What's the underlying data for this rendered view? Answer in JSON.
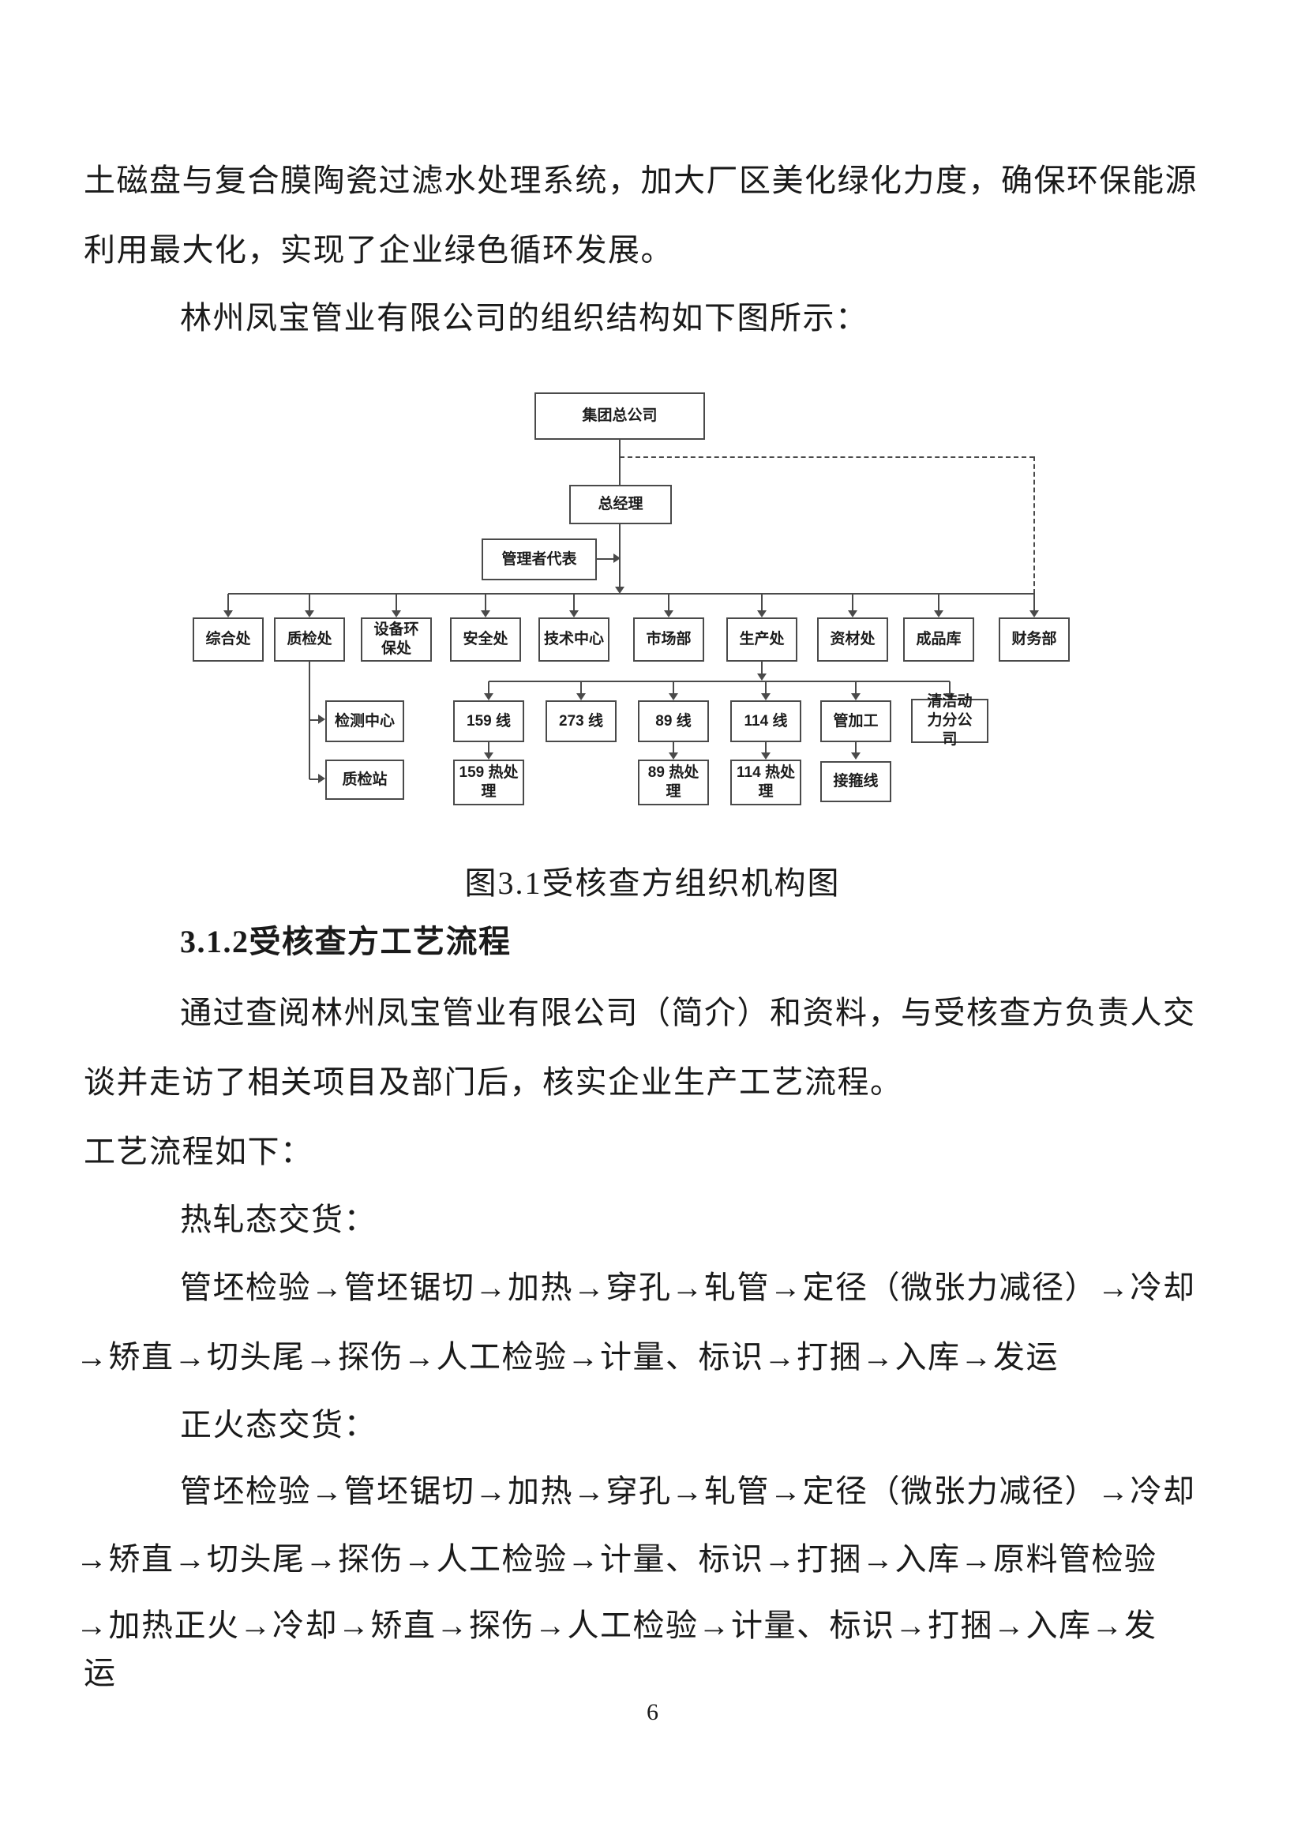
{
  "text": {
    "para1_line1": "土磁盘与复合膜陶瓷过滤水处理系统，加大厂区美化绿化力度，确保环保能源",
    "para1_line2": "利用最大化，实现了企业绿色循环发展。",
    "para2": "林州凤宝管业有限公司的组织结构如下图所示：",
    "figure_caption": "图3.1受核查方组织机构图",
    "section_heading": "3.1.2受核查方工艺流程",
    "para3_line1": "通过查阅林州凤宝管业有限公司（简介）和资料，与受核查方负责人交",
    "para3_line2": "谈并走访了相关项目及部门后，核实企业生产工艺流程。",
    "para4": "工艺流程如下：",
    "hot_rolled_label": "热轧态交货：",
    "hot_flow_line1": "管坯检验→管坯锯切→加热→穿孔→轧管→定径（微张力减径）→冷却",
    "hot_flow_line2": "→矫直→切头尾→探伤→人工检验→计量、标识→打捆→入库→发运",
    "normalized_label": "正火态交货：",
    "norm_flow_line1": "管坯检验→管坯锯切→加热→穿孔→轧管→定径（微张力减径）→冷却",
    "norm_flow_line2": "→矫直→切头尾→探伤→人工检验→计量、标识→打捆→入库→原料管检验",
    "norm_flow_line3": "→加热正火→冷却→矫直→探伤→人工检验→计量、标识→打捆→入库→发",
    "norm_flow_line4": "运",
    "page_number": "6"
  },
  "org_chart": {
    "root": "集团总公司",
    "general_manager": "总经理",
    "manager_rep": "管理者代表",
    "departments": [
      "综合处",
      "质检处",
      "设备环保处",
      "安全处",
      "技术中心",
      "市场部",
      "生产处",
      "资材处",
      "成品库",
      "财务部"
    ],
    "qc_children": [
      "检测中心",
      "质检站"
    ],
    "production_children": [
      "159 线",
      "273 线",
      "89 线",
      "114 线",
      "管加工",
      "清洁动力分公司"
    ],
    "line_children": [
      "159 热处理",
      "89 热处理",
      "114 热处理",
      "接箍线"
    ]
  },
  "colors": {
    "text": "#1a1a1a",
    "line": "#4a4a4a",
    "paper": "#ffffff"
  }
}
